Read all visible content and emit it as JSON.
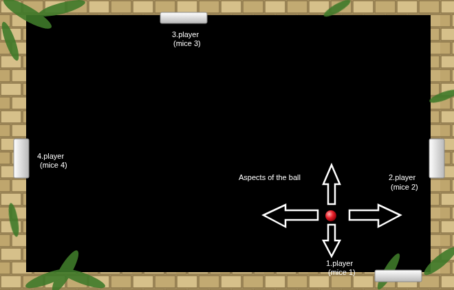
{
  "diagram": {
    "labels": [
      "3.player",
      "(mice 3)",
      "4.player",
      "(mice 4)",
      "Aspects of the ball",
      "2.player",
      "(mice 2)",
      "1.player",
      "(mice 1)"
    ]
  }
}
